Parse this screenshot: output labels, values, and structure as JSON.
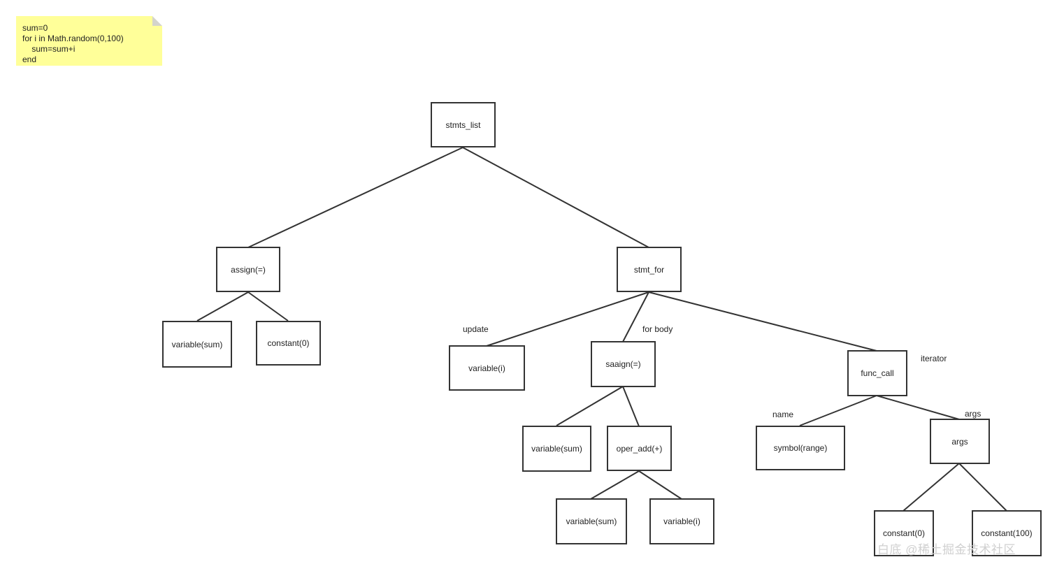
{
  "note": {
    "lines": [
      "sum=0",
      "for i in Math.random(0,100)",
      "    sum=sum+i",
      "end"
    ],
    "background": "#ffff99"
  },
  "nodes": {
    "stmts_list": "stmts_list",
    "assign": "assign(=)",
    "stmt_for": "stmt_for",
    "variable_sum_1": "variable(sum)",
    "constant_0_1": "constant(0)",
    "variable_i_1": "variable(i)",
    "saaign": "saaign(=)",
    "func_call": "func_call",
    "variable_sum_2": "variable(sum)",
    "oper_add": "oper_add(+)",
    "symbol_range": "symbol(range)",
    "args": "args",
    "variable_sum_3": "variable(sum)",
    "variable_i_2": "variable(i)",
    "constant_0_2": "constant(0)",
    "constant_100": "constant(100)"
  },
  "edge_labels": {
    "update": "update",
    "for_body": "for body",
    "iterator": "iterator",
    "name": "name",
    "args": "args"
  },
  "watermark": "白底 @稀土掘金技术社区",
  "colors": {
    "stroke": "#333333",
    "text": "#222222",
    "note": "#ffff99"
  }
}
